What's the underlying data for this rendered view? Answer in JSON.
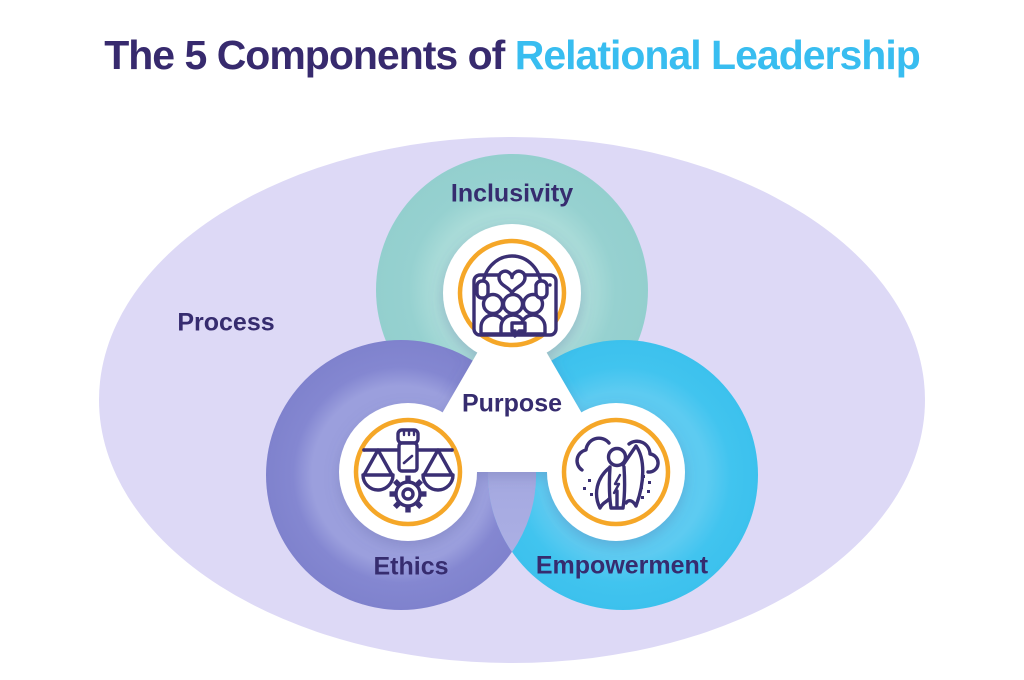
{
  "title": {
    "prefix": "The 5 Components of ",
    "highlight": "Relational Leadership"
  },
  "diagram": {
    "ellipse_label": "Process",
    "center_label": "Purpose",
    "circles": [
      {
        "label": "Inclusivity",
        "color": "#96D1D0",
        "icon": "team-window-icon"
      },
      {
        "label": "Ethics",
        "color": "#8184CE",
        "icon": "scales-gear-icon"
      },
      {
        "label": "Empowerment",
        "color": "#3FC3EE",
        "icon": "superhero-icon"
      }
    ],
    "colors": {
      "background": "#FFFFFF",
      "outer_ellipse": "#DDD9F6",
      "inclusivity_inner": "#A8DAD7",
      "inclusivity_outer": "#96D1D0",
      "ethics_inner": "#9B9FDD",
      "ethics_outer": "#8184CE",
      "empowerment_inner": "#5DCBF1",
      "empowerment_outer": "#3FC3EE",
      "overlap_lens": "#A5A9E1",
      "center_blob": "#FFFFFF",
      "icon_ring": "#F5A728",
      "icon_stroke": "#3A2F73",
      "label_text": "#362C6F",
      "title_primary": "#372A6E",
      "title_accent": "#38BDF0"
    }
  }
}
